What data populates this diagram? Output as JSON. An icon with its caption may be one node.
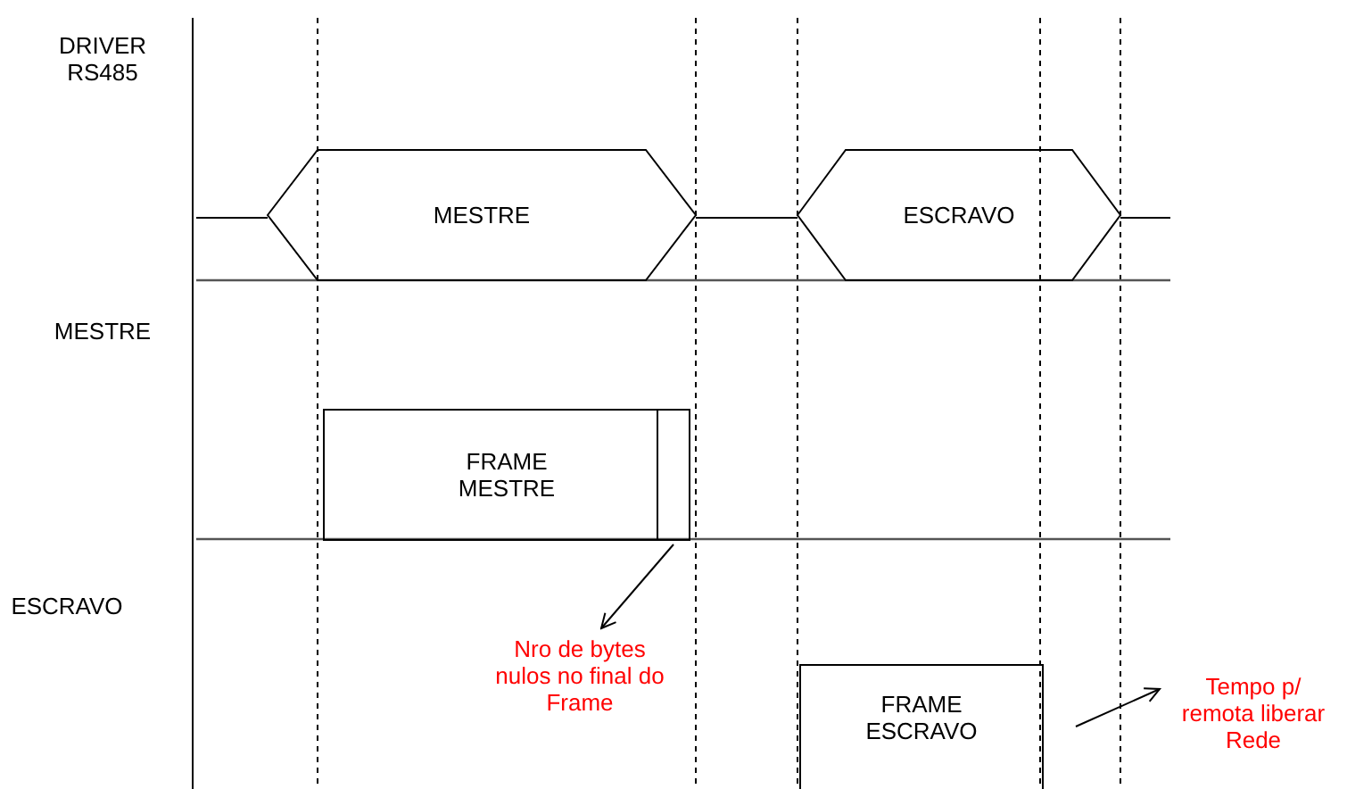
{
  "diagram": {
    "nodes": [
      {
        "text": [
          "MESTRE"
        ]
      },
      {
        "text": [
          "ESCRAVO"
        ]
      },
      {
        "text": [
          "FRAME MESTRE"
        ]
      },
      {
        "text": [],
        "shape": "box",
        "in": 2
      },
      {
        "text": [
          "Nro de bytes nulos no final do Frame"
        ]
      },
      {
        "text": [
          "FRAME ESCRAVO"
        ]
      },
      {
        "text": [
          "Tempo p/ remota liberar Rede"
        ]
      }
    ],
    "edges": [
      {
        "from": 3,
        "to": 4,
        "arrow": "to"
      },
      {
        "from": null,
        "to": 6,
        "arrow": "to"
      }
    ],
    "labels": [
      "DRIVER RS485",
      "MESTRE",
      "ESCRAVO"
    ]
  }
}
